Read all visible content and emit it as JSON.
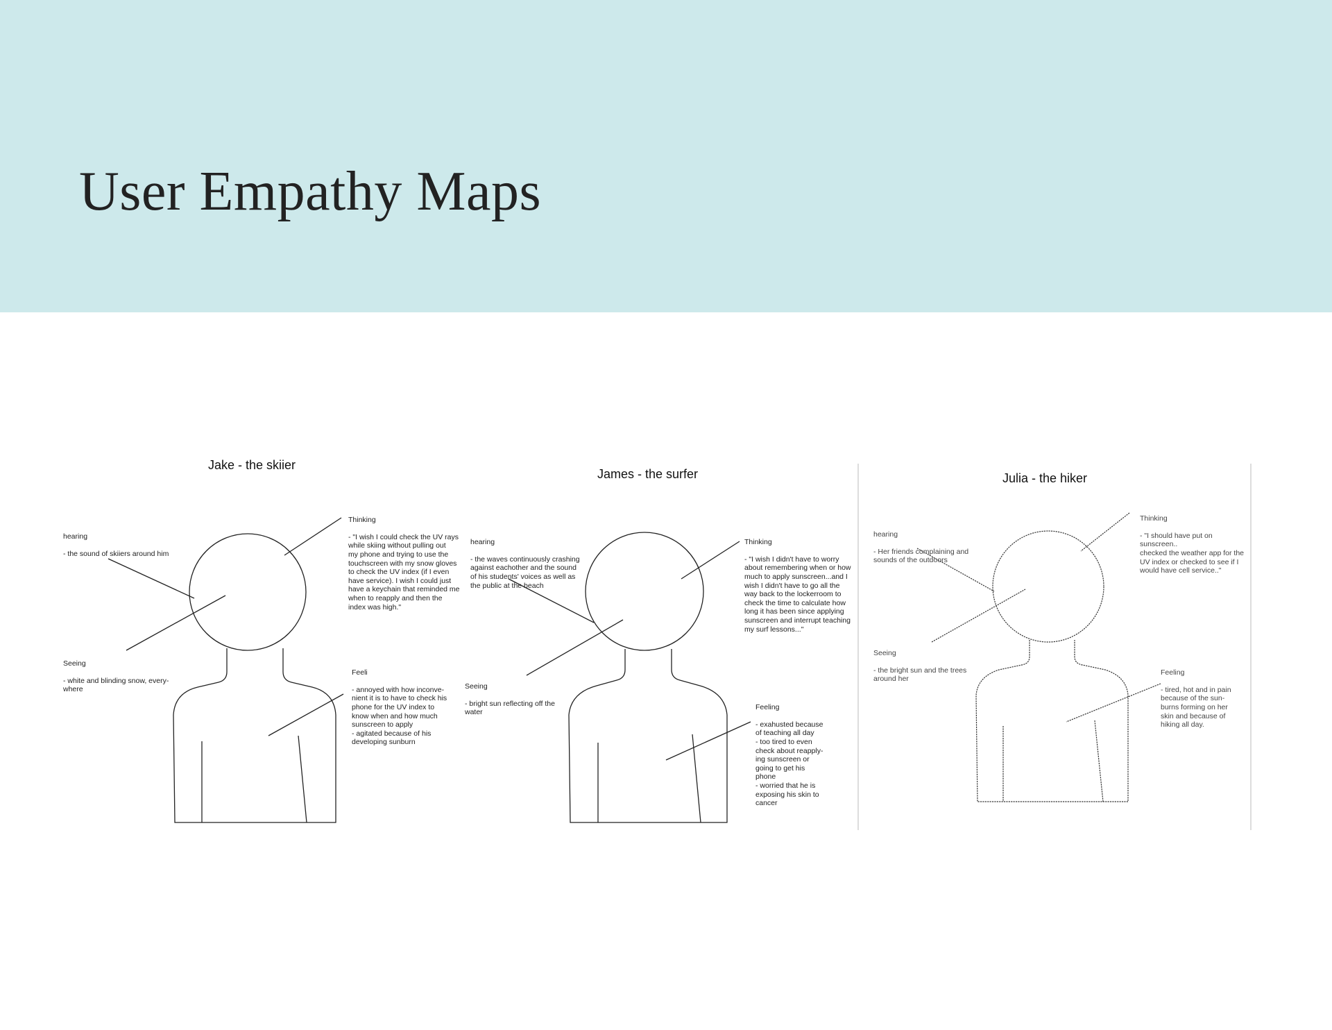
{
  "header": {
    "title": "User Empathy Maps",
    "background": "#cde9eb"
  },
  "personas": [
    {
      "name": "Jake - the skiier",
      "hearing": {
        "label": "hearing",
        "text": "- the sound of skiiers around him"
      },
      "thinking": {
        "label": "Thinking",
        "text": "- \"I wish I could check the UV rays\nwhile skiing without pulling out\nmy phone and trying to use the\ntouchscreen with my snow gloves\nto check the UV index (if I even\nhave service). I wish I could just\nhave a keychain that reminded me\nwhen to reapply and then the\nindex was high.\""
      },
      "seeing": {
        "label": "Seeing",
        "text": "- white and blinding snow, every-\nwhere"
      },
      "feeling": {
        "label": "Feeli",
        "text": "- annoyed with how inconve-\nnient it is to have to check his\nphone for the UV index to\nknow when and how much\nsunscreen to apply\n- agitated because of his\ndeveloping sunburn"
      }
    },
    {
      "name": "James - the surfer",
      "hearing": {
        "label": "hearing",
        "text": "- the waves continuously crashing\nagainst eachother and the sound\nof his students' voices as well as\nthe public at the beach"
      },
      "thinking": {
        "label": "Thinking",
        "text": "- \"I wish I didn't have to worry\nabout remembering when or how\nmuch to apply sunscreen...and I\nwish I didn't have to go all the\nway back to the lockerroom to\ncheck the time to calculate how\nlong it has been since applying\nsunscreen and interrupt teaching\nmy surf lessons...\""
      },
      "seeing": {
        "label": "Seeing",
        "text": "- bright sun reflecting off the\nwater"
      },
      "feeling": {
        "label": "Feeling",
        "text": "- exahusted because\nof teaching all day\n- too tired to even\ncheck about reapply-\ning sunscreen or\ngoing to get his\nphone\n- worried that he is\nexposing his skin to\ncancer"
      }
    },
    {
      "name": "Julia - the hiker",
      "hearing": {
        "label": "hearing",
        "text": "- Her friends complaining and\nsounds of the outdoors"
      },
      "thinking": {
        "label": "Thinking",
        "text": "- \"I should have put on sunscreen..\nchecked the weather app for the\nUV index or checked to see if I\nwould have cell service..\""
      },
      "seeing": {
        "label": "Seeing",
        "text": "- the bright sun and the trees\naround her"
      },
      "feeling": {
        "label": "Feeling",
        "text": "- tired, hot and in pain\nbecause of the sun-\nburns forming on her\nskin and because of\nhiking all day."
      }
    }
  ]
}
